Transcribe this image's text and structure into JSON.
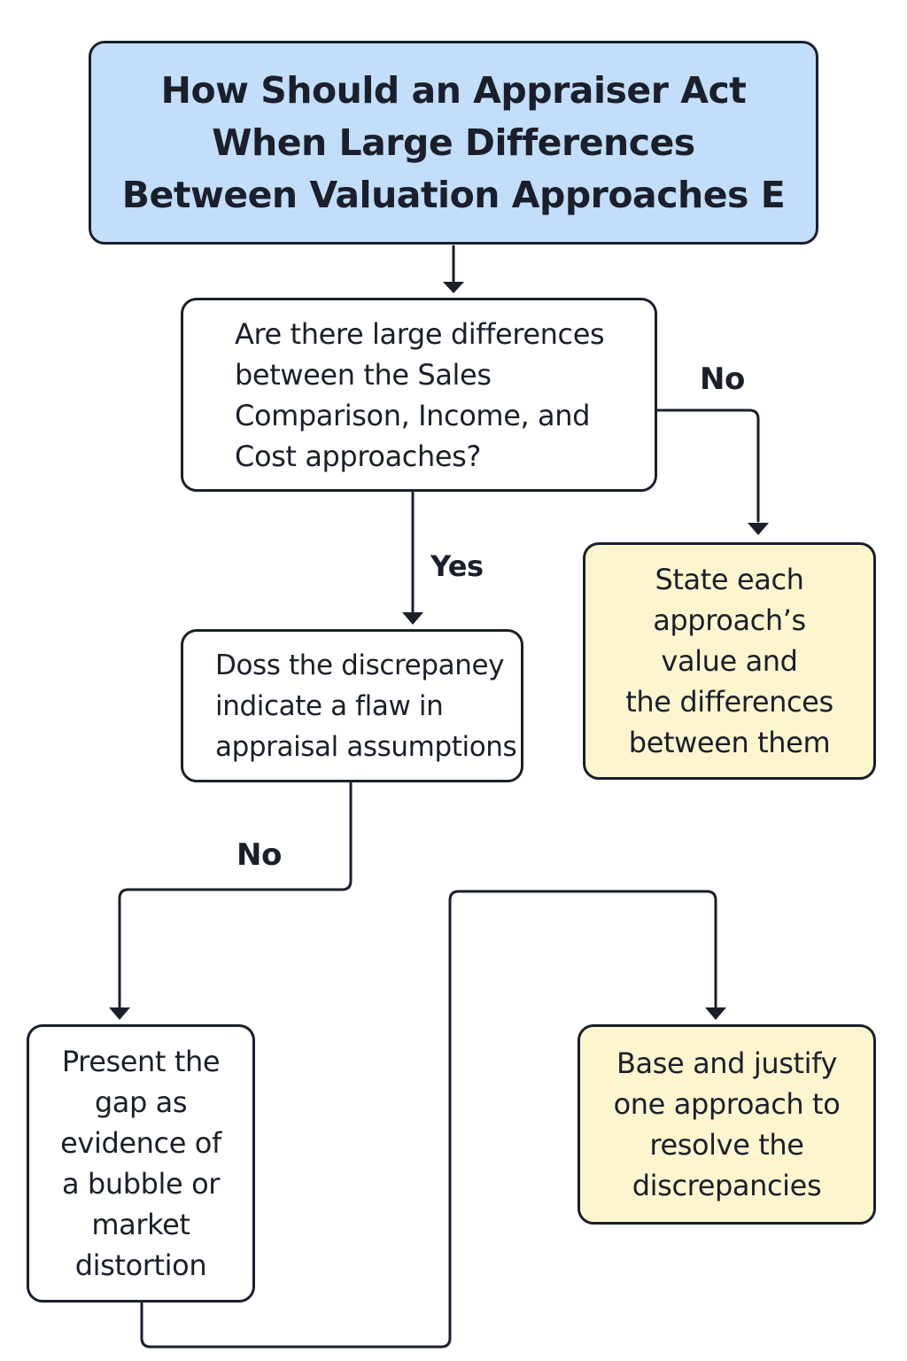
{
  "title": "How Should an Appraiser Act\nWhen Large Differences\nBetween Valuation Approaches E",
  "nodes": {
    "question_1": "Are there large differences\nbetween the Sales\nComparison, Income, and\nCost approaches?",
    "question_2": "Doss the discrepaney\nindicate a flaw in\nappraisal assumptions",
    "state_values": "State each\napproach’s\nvalue and\nthe differences\nbetween them",
    "present_gap": "Present the\ngap as\nevidence of\na bubble or\nmarket\ndistortion",
    "base_justify": "Base and justify\none approach to\nresolve the\ndiscrepancies"
  },
  "edge_labels": {
    "q1_no": "No",
    "q1_yes": "Yes",
    "q2_no": "No"
  },
  "colors": {
    "title_fill": "#c3defa",
    "result_fill": "#fdf5ce",
    "stroke": "#1a1f2b"
  }
}
